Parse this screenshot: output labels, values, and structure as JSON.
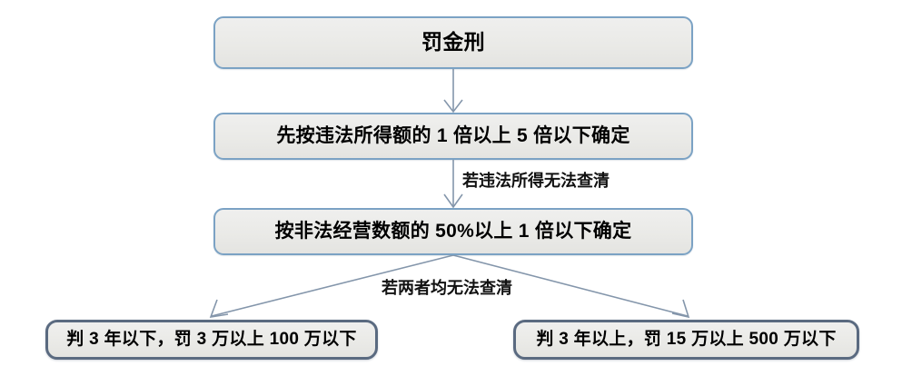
{
  "diagram": {
    "title_node": {
      "text": "罚金刑"
    },
    "steps": [
      {
        "text": "先按违法所得额的 1 倍以上 5 倍以下确定"
      },
      {
        "text": "按非法经营数额的 50%以上 1 倍以下确定"
      }
    ],
    "outcomes": [
      {
        "text": "判 3 年以下，罚 3 万以上 100 万以下"
      },
      {
        "text": "判 3 年以上，罚 15 万以上 500 万以下"
      }
    ],
    "edge_labels": [
      {
        "text": "若违法所得无法查清"
      },
      {
        "text": "若两者均无法查清"
      }
    ],
    "colors": {
      "node_border": "#7ba2c4",
      "leaf_border": "#5a6a80",
      "node_fill": "#eaeae7",
      "connector": "#8496ab",
      "text": "#000000",
      "background": "#ffffff"
    }
  }
}
